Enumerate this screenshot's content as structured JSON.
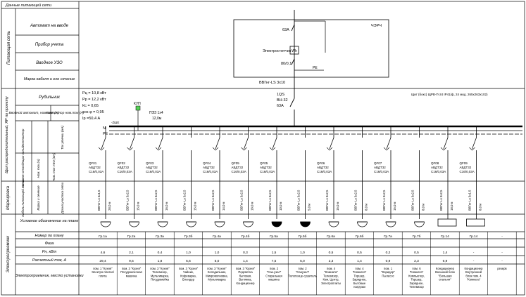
{
  "left_table": {
    "top_label": "Данные питающей сети",
    "group_supply": "Питающая сеть",
    "group_panel": "Щит распределительный, ЯР по проекту",
    "group_marking": "Маркировка",
    "group_consumers": "Электроприемник",
    "rows_supply": [
      "Автомат на вводе",
      "Прибор учета",
      "Вводное УЗО",
      "Марка кабеля и его сечение"
    ],
    "rows_panel_switch": "Рубильник",
    "rows_panel_breaker": "Вводной автомат, ном.ток (А)",
    "rows_panel_contactor": "Контактор ном.ток (А)",
    "rows_panel_small": [
      "Автомат отходящих линий",
      "Контактор",
      "Ном. ток (А)",
      "Ном. ток УЗО (мА)",
      "Ток утечки (мА)"
    ],
    "rows_marking": [
      "Кабель питающей линии",
      "Марка и сечение",
      "Длина участка сети"
    ],
    "consumers_headers": [
      "Условное обозначение на плане",
      "Номер по плану",
      "Фаза",
      "Pн, кВт",
      "Расчетный ток, А",
      "Электроприемник, место установки"
    ]
  },
  "supply": {
    "chrp_label": "ЧЭРЧ",
    "breaker_main": "63А",
    "meter_label": "Электросчетчик",
    "meter_symbol": "Wh",
    "uzo_label": "80/0,1",
    "pe_label": "PE",
    "cable_label": "ВВГнг-LS 3х10"
  },
  "panel": {
    "params": [
      "Рц = 10,8 кВт",
      "Рр = 12,2 кВт",
      "Кс = 0,65",
      "cos φ = 0,95",
      "Iр =50,4 А"
    ],
    "switch_name": "1QS",
    "switch_type": "ВН-32",
    "switch_rating": "63А",
    "kup_label": "КУП",
    "pe_label_small": "ПЭЗ 1х4",
    "pe_len": "12,0м",
    "cable_ref": "-ZШЕ",
    "shield_note": "Щит (бокс) ЩРВ-П-24 IP41/ф, 24 мод. 265х263х102)",
    "bus_n": "N",
    "bus_pe": "PE"
  },
  "circuits": [
    {
      "qf": "QF01",
      "type": "АВДТ32",
      "rating": "С16/0,03А",
      "cable": "ВВГнг-Ls 3х1,5",
      "len": "28,0 м",
      "icon": "socket",
      "num": "Гр.1а",
      "phase": "",
      "p": "4,6",
      "i": "29,4",
      "desc": "пом. 1 \"Кухня\" Электро-плитка/ плита"
    },
    {
      "qf": "QF02",
      "type": "АВДТ32",
      "rating": "С16/0,03А",
      "cable": "ВВГнг-Ls 3х2,5",
      "len": "15,0 м",
      "icon": "socket",
      "num": "Гр.2а",
      "phase": "",
      "p": "2,1",
      "i": "9,5",
      "desc": "пом. 3 \"Кухня\" Посудомоечная машина"
    },
    {
      "qf": "QF03",
      "type": "АВДТ32",
      "rating": "С16/0,03А",
      "cable": "ВВГнг-Ls 3х2,5",
      "len": "16,0 м",
      "icon": "socket",
      "num": "Гр.3а",
      "phase": "",
      "p": "0,4",
      "i": "1,8",
      "desc": "пом. 3 \"Кухня\" Телевизор, Мультиварка, Посудомойка"
    },
    {
      "qf": "",
      "type": "",
      "rating": "",
      "cable": "ВВГнг-Ls 3х2,5",
      "len": "15,0 м",
      "icon": "socket",
      "num": "Гр.3б",
      "phase": "",
      "p": "1,0",
      "i": "5,6",
      "desc": "пом. 3 \"Кухня\" Чайник, Кофеварка, Блендер"
    },
    {
      "qf": "QF04",
      "type": "АВДТ32",
      "rating": "С16/0,03А",
      "cable": "ВВГнг-Ls 3х2,5",
      "len": "14,0 м",
      "icon": "socket",
      "num": "Гр.4а",
      "phase": "",
      "p": "1,0",
      "i": "5,0",
      "desc": "пом. 3 \"Кухня\" Холодильник, Микроволновка, Мультиварка"
    },
    {
      "qf": "QF05",
      "type": "АВДТ32",
      "rating": "С16/0,03А",
      "cable": "ВВГнг-Ls 3х2,5",
      "len": "18,0 м",
      "icon": "socket",
      "num": "Гр.4б",
      "phase": "",
      "p": "0,3",
      "i": "1,4",
      "desc": "пом. 3 \"Кухня\" Подсветка бытовая, Вытяжка, Кондиционер"
    },
    {
      "qf": "QF05",
      "type": "АВДТ32",
      "rating": "С16/0,03А",
      "cable": "ВВГнг-Ls 3х2,5",
      "len": "10,0 м",
      "icon": "socket-dark",
      "num": "Гр.5а",
      "phase": "",
      "p": "1,5",
      "i": "7,5",
      "desc": "пом. 2 \"Сан.узел\" Стиральная машина"
    },
    {
      "qf": "",
      "type": "",
      "rating": "",
      "cable": "ВВГнг-Ls 3х2,5",
      "len": "5,0 м",
      "icon": "socket-dark",
      "num": "Гр.5б",
      "phase": "",
      "p": "1,0",
      "i": "5,0",
      "desc": "пом. 2 \"Санузел\" Полотенце-сушитель"
    },
    {
      "qf": "QF06",
      "type": "АВДТ32",
      "rating": "С16/0,03А",
      "cable": "ВВГнг-Ls 3х2,5",
      "len": "15,0 м",
      "icon": "socket",
      "num": "Гр.6а",
      "phase": "",
      "p": "0,5",
      "i": "2,3",
      "desc": "пом. 4 \"Комната\" Телевизор, Ком. Центр, Электроплиты"
    },
    {
      "qf": "",
      "type": "",
      "rating": "",
      "cable": "ВВГнг-Ls 3х2,5",
      "len": "8,0 м",
      "icon": "socket",
      "num": "Гр.6б",
      "phase": "",
      "p": "0,5",
      "i": "1,4",
      "desc": "пом. 4 \"Комната\" Торшер, Зарядное, Бытовые нагрузки"
    },
    {
      "qf": "QF07",
      "type": "АВДТ32",
      "rating": "С16/0,03А",
      "cable": "ВВГнг-Ls 3х2,5",
      "len": "15,0 м",
      "icon": "socket",
      "num": "Гр.7а",
      "phase": "",
      "p": "0,2",
      "i": "0,9",
      "desc": "пом. 1 \"Коридор\" Пылесос"
    },
    {
      "qf": "",
      "type": "",
      "rating": "",
      "cable": "ВВГнг-Ls 3х2,5",
      "len": "8,0 м",
      "icon": "socket",
      "num": "Гр.7б",
      "phase": "",
      "p": "0,5",
      "i": "2,3",
      "desc": "пом. 6 \"Комната\" Компьютер, Торшер, Зарядное, Телевизор"
    },
    {
      "qf": "QF08",
      "type": "АВДТ32",
      "rating": "С16/0,03А",
      "cable": "ВВГнг-Ls 3х2,5",
      "len": "18,0 м",
      "icon": "box",
      "num": "Гр.14",
      "phase": "",
      "p": "1,4",
      "i": "6,9",
      "desc": "Кондиционер Внешний блок \"Большая спальня\""
    },
    {
      "qf": "QF09",
      "type": "АВДТ32",
      "rating": "С16/0,03А",
      "cable": "ВВГнг-Ls 3х1,5",
      "len": "8,0 м",
      "icon": "box",
      "num": "Гр.14",
      "phase": "",
      "p": "-",
      "i": "-",
      "desc": "Кондиционер Внутренний блок пом. 4 \"Комната\""
    },
    {
      "qf": "",
      "type": "",
      "rating": "",
      "cable": "",
      "len": "",
      "icon": "none",
      "num": "-",
      "phase": "",
      "p": "-",
      "i": "-",
      "desc": "резерв"
    }
  ]
}
